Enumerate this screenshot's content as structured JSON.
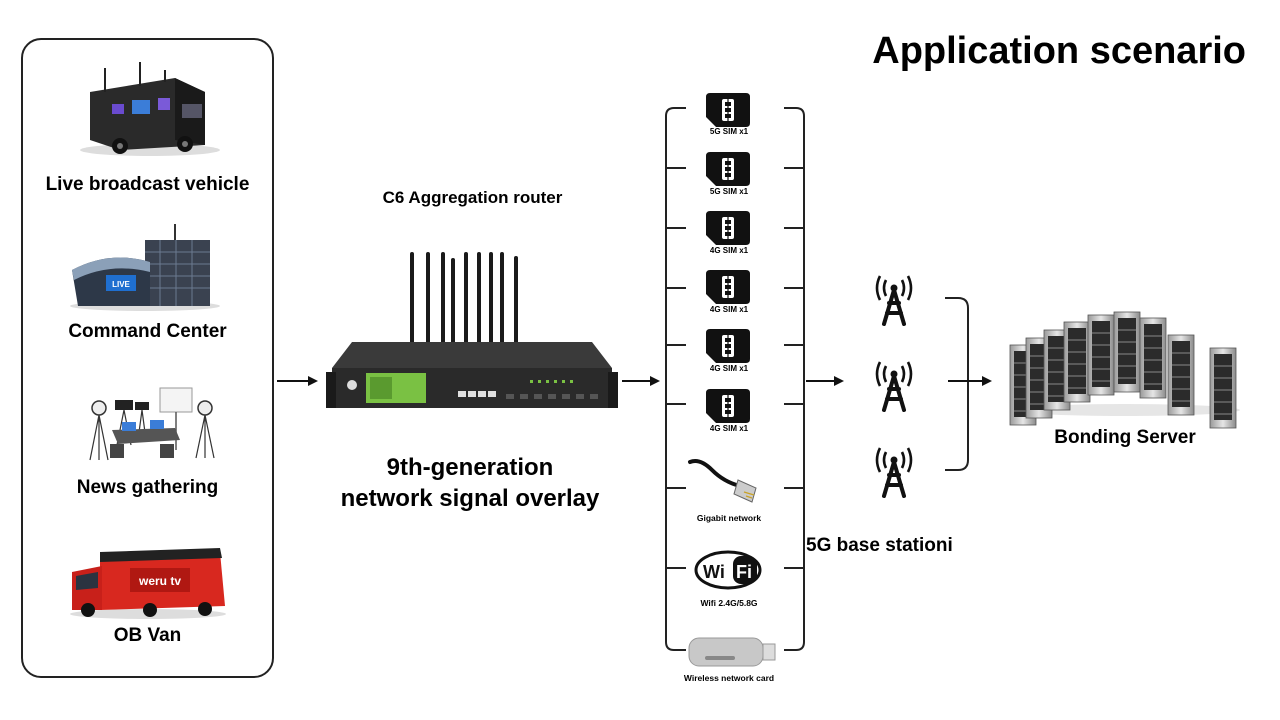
{
  "title": "Application scenario",
  "sources": [
    {
      "label": "Live broadcast vehicle",
      "icon": "broadcast-truck-icon"
    },
    {
      "label": "Command Center",
      "icon": "building-icon"
    },
    {
      "label": "News gathering",
      "icon": "studio-icon"
    },
    {
      "label": "OB Van",
      "icon": "ob-van-icon",
      "van_text": "weru tv"
    }
  ],
  "router": {
    "title": "C6 Aggregation router",
    "caption_line1": "9th-generation",
    "caption_line2": "network signal overlay",
    "icon": "router-icon"
  },
  "links": [
    {
      "label": "5G SIM x1",
      "icon": "sim-card-icon"
    },
    {
      "label": "5G SIM x1",
      "icon": "sim-card-icon"
    },
    {
      "label": "4G SIM x1",
      "icon": "sim-card-icon"
    },
    {
      "label": "4G SIM x1",
      "icon": "sim-card-icon"
    },
    {
      "label": "4G SIM x1",
      "icon": "sim-card-icon"
    },
    {
      "label": "4G SIM x1",
      "icon": "sim-card-icon"
    },
    {
      "label": "Gigabit network",
      "icon": "ethernet-cable-icon"
    },
    {
      "label": "Wifi 2.4G/5.8G",
      "icon": "wifi-logo-icon",
      "logo_text": "WiFi"
    },
    {
      "label": "Wireless network card",
      "icon": "usb-dongle-icon"
    }
  ],
  "base_station": {
    "label": "5G base stationi",
    "icon": "cell-tower-icon"
  },
  "server": {
    "label": "Bonding Server",
    "icon": "server-rack-icon"
  },
  "colors": {
    "text": "#000000",
    "line": "#222222",
    "van_red": "#d8281f",
    "screen_green": "#7ac143"
  }
}
